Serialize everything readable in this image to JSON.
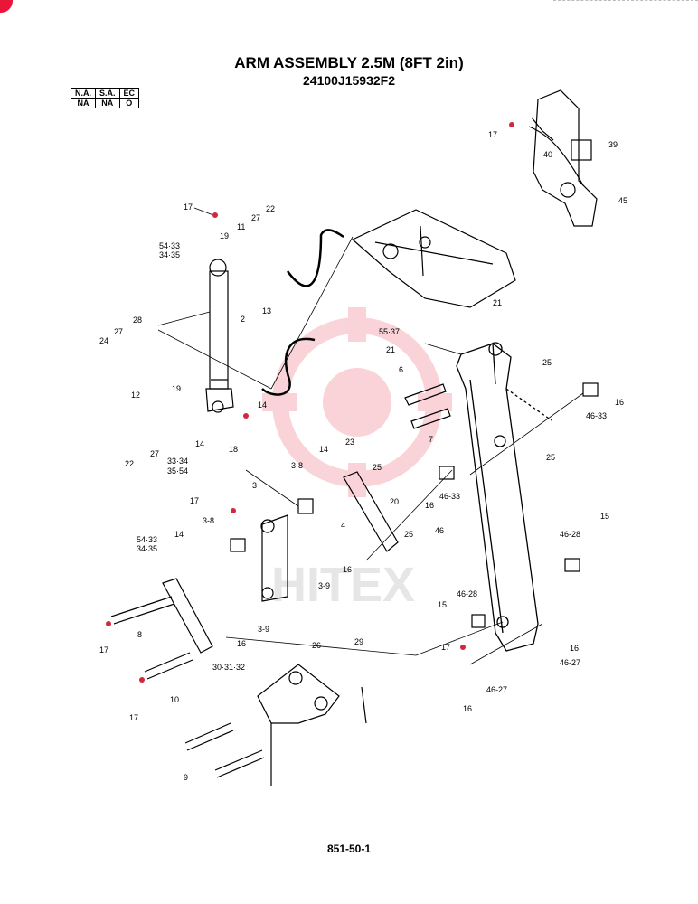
{
  "header": {
    "title": "ARM ASSEMBLY 2.5M (8FT 2in)",
    "part_number": "24100J15932F2"
  },
  "availability_table": {
    "headers": [
      "N.A.",
      "S.A.",
      "EC"
    ],
    "values": [
      "NA",
      "NA",
      "O"
    ]
  },
  "watermark": "HITEX",
  "callouts": {
    "c17": "17",
    "c39": "39",
    "c40": "40",
    "c45": "45",
    "c22": "22",
    "c27": "27",
    "c11": "11",
    "c19": "19",
    "c5433": "54·33",
    "c3435": "34·35",
    "c28": "28",
    "c24": "24",
    "c2": "2",
    "c13": "13",
    "c21": "21",
    "c5537": "55·37",
    "c25": "25",
    "c6": "6",
    "c16": "16",
    "c4633": "46-33",
    "c12": "12",
    "c14": "14",
    "c18": "18",
    "c7": "7",
    "c3334": "33·34",
    "c3554": "35·54",
    "c23": "23",
    "c38": "3-8",
    "c3": "3",
    "c20": "20",
    "c4": "4",
    "c46": "46",
    "c4628": "46-28",
    "c15": "15",
    "c39b": "3-9",
    "c8": "8",
    "c30": "30·31·32",
    "c10": "10",
    "c26": "26",
    "c29": "29",
    "c9": "9",
    "c4627": "46-27"
  },
  "footer": {
    "page_number": "851-50-1"
  },
  "colors": {
    "line": "#000000",
    "red_accent": "#d2283c",
    "watermark": "#f2b8bc"
  }
}
